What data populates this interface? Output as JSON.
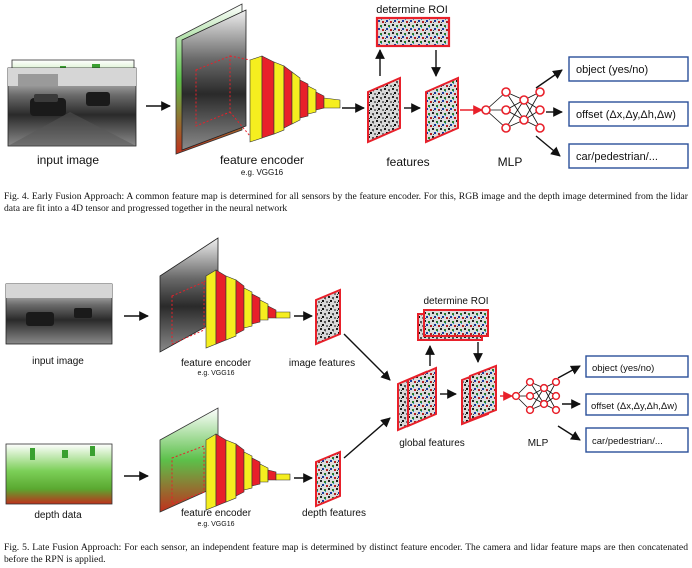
{
  "fig4": {
    "input_image": "input image",
    "feature_encoder": "feature encoder",
    "encoder_example": "e.g. VGG16",
    "features": "features",
    "determine_roi": "determine ROI",
    "mlp": "MLP",
    "out_object": "object (yes/no)",
    "out_offset": "offset (Δx,Δy,Δh,Δw)",
    "out_class": "car/pedestrian/...",
    "caption": "Fig. 4.   Early Fusion Approach: A common feature map is determined for all sensors by the feature encoder. For this, RGB image and the depth image determined from the lidar data are fit into a 4D tensor and progressed together in the neural network"
  },
  "fig5": {
    "input_image": "input image",
    "depth_data": "depth data",
    "feature_encoder_top": "feature encoder",
    "encoder_example_top": "e.g. VGG16",
    "feature_encoder_bottom": "feature encoder",
    "encoder_example_bottom": "e.g. VGG16",
    "image_features": "image features",
    "depth_features": "depth features",
    "determine_roi": "determine ROI",
    "global_features": "global features",
    "mlp": "MLP",
    "out_object": "object (yes/no)",
    "out_offset": "offset (Δx,Δy,Δh,Δw)",
    "out_class": "car/pedestrian/...",
    "caption": "Fig. 5.   Late Fusion Approach: For each sensor, an independent feature map is determined by distinct feature encoder. The camera and lidar feature maps are then concatenated before the RPN is applied."
  },
  "colors": {
    "feature_red": "#e8202a",
    "feature_yellow": "#f5ee1f",
    "roi_red": "#e8202a",
    "output_box_blue": "#2a4f9a",
    "depth_green": "#5cc04a",
    "depth_red": "#c8301e"
  }
}
